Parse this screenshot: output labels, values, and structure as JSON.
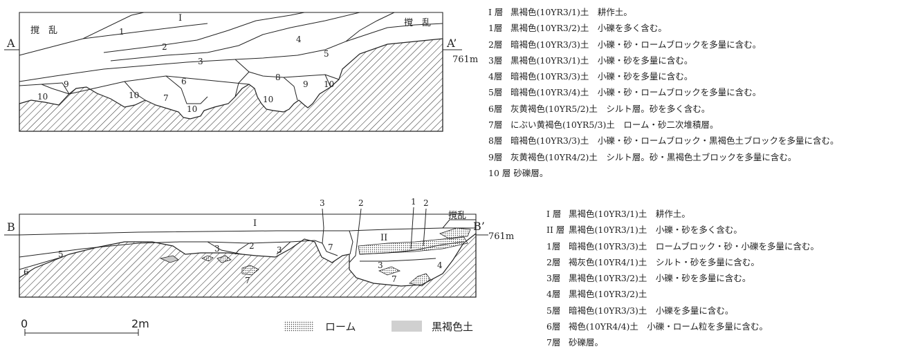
{
  "section_a": {
    "left_label": "A",
    "right_label": "A’",
    "elevation": "761m",
    "disturbance_left": "撹　乱",
    "disturbance_right": "撹　乱",
    "layer_numbers": [
      "I",
      "1",
      "2",
      "3",
      "4",
      "5",
      "6",
      "8",
      "9",
      "10",
      "10",
      "9",
      "10",
      "7",
      "10",
      "10"
    ],
    "legend": [
      {
        "code": "I 層",
        "description": "黒褐色(10YR3/1)土　耕作土。"
      },
      {
        "code": "1層",
        "description": "黒褐色(10YR3/2)土　小礫を多く含む。"
      },
      {
        "code": "2層",
        "description": "暗褐色(10YR3/3)土　小礫・砂・ロームブロックを多量に含む。"
      },
      {
        "code": "3層",
        "description": "黒褐色(10YR3/1)土　小礫・砂を多量に含む。"
      },
      {
        "code": "4層",
        "description": "暗褐色(10YR3/3)土　小礫・砂を多量に含む。"
      },
      {
        "code": "5層",
        "description": "暗褐色(10YR3/4)土　小礫・砂・ロームブロックを多量に含む。"
      },
      {
        "code": "6層",
        "description": "灰黄褐色(10YR5/2)土　シルト層。砂を多く含む。"
      },
      {
        "code": "7層",
        "description": "にぶい黄褐色(10YR5/3)土　ローム・砂二次堆積層。"
      },
      {
        "code": "8層",
        "description": "暗褐色(10YR3/3)土　小礫・砂・ロームブロック・黒褐色土ブロックを多量に含む。"
      },
      {
        "code": "9層",
        "description": "灰黄褐色(10YR4/2)土　シルト層。砂・黒褐色土ブロックを多量に含む。"
      },
      {
        "code": "10 層",
        "description": "砂礫層。"
      }
    ]
  },
  "section_b": {
    "left_label": "B",
    "right_label": "B’",
    "elevation": "761m",
    "disturbance": "撹乱",
    "top_numbers": [
      "3",
      "2",
      "1",
      "2"
    ],
    "layer_numbers": [
      "I",
      "II",
      "5",
      "6",
      "3",
      "2",
      "3",
      "7",
      "3",
      "4",
      "7"
    ],
    "legend": [
      {
        "code": "I 層",
        "description": "黒褐色(10YR3/1)土　耕作土。"
      },
      {
        "code": "II 層",
        "description": "黒褐色(10YR3/1)土　小礫・砂を多く含む。"
      },
      {
        "code": "1層",
        "description": "暗褐色(10YR3/3)土　ロームブロック・砂・小礫を多量に含む。"
      },
      {
        "code": "2層",
        "description": "褐灰色(10YR4/1)土　シルト・砂を多量に含む。"
      },
      {
        "code": "3層",
        "description": "黒褐色(10YR3/2)土　小礫・砂を多量に含む。"
      },
      {
        "code": "4層",
        "description": "黒褐色(10YR3/2)土"
      },
      {
        "code": "5層",
        "description": "暗褐色(10YR3/3)土　小礫を多量に含む。"
      },
      {
        "code": "6層",
        "description": "褐色(10YR4/4)土　小礫・ローム粒を多量に含む。"
      },
      {
        "code": "7層",
        "description": "砂礫層。"
      }
    ]
  },
  "scale": {
    "start": "0",
    "end": "2m"
  },
  "key": {
    "loam": "ローム",
    "dark_soil": "黒褐色土"
  }
}
